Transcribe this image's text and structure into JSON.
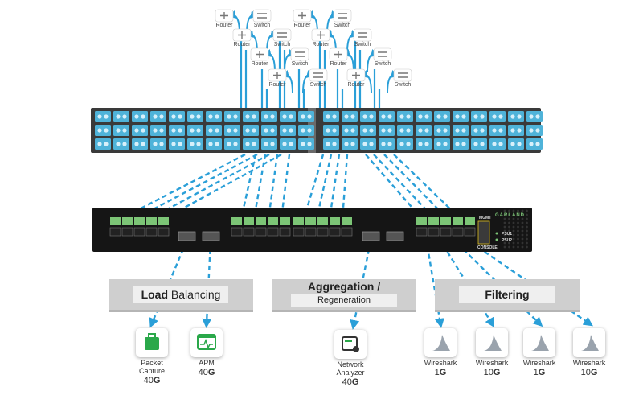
{
  "network": {
    "router_label": "Router",
    "switch_label": "Switch"
  },
  "bypass": {
    "mgmt_label": "MGMT",
    "console_label": "CONSOLE",
    "psu1_label": "PSU1",
    "psu2_label": "PSU2",
    "brand_label": "GARLAND"
  },
  "banners": {
    "load_balancing": {
      "bold": "Load",
      "rest": " Balancing"
    },
    "aggregation": {
      "line1": "Aggregation /",
      "line2": "Regeneration"
    },
    "filtering": {
      "label": "Filtering"
    }
  },
  "tools": [
    {
      "icon": "packet-capture-icon",
      "name": "Packet Capture",
      "speed_num": "40",
      "speed_unit": "G",
      "color": "#2aa84a"
    },
    {
      "icon": "apm-icon",
      "name": "APM",
      "speed_num": "40",
      "speed_unit": "G",
      "color": "#2aa84a"
    },
    {
      "icon": "network-analyzer-icon",
      "name": "Network Analyzer",
      "speed_num": "40",
      "speed_unit": "G",
      "color": "#333333"
    },
    {
      "icon": "wireshark-icon",
      "name": "Wireshark",
      "speed_num": "1",
      "speed_unit": "G",
      "color": "#9aa3ad"
    },
    {
      "icon": "wireshark-icon",
      "name": "Wireshark",
      "speed_num": "10",
      "speed_unit": "G",
      "color": "#9aa3ad"
    },
    {
      "icon": "wireshark-icon",
      "name": "Wireshark",
      "speed_num": "1",
      "speed_unit": "G",
      "color": "#9aa3ad"
    },
    {
      "icon": "wireshark-icon",
      "name": "Wireshark",
      "speed_num": "10",
      "speed_unit": "G",
      "color": "#9aa3ad"
    }
  ],
  "colors": {
    "link": "#2a9fd8",
    "patch_panel": "#3a3a3a",
    "port": "#4fb3d9",
    "port_green": "#7cc576",
    "banner": "#cfcfcf"
  }
}
